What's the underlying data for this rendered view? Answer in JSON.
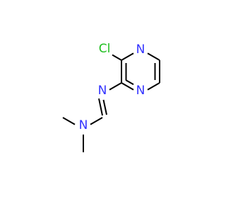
{
  "molecule": {
    "atoms": {
      "chlorine": "Cl",
      "ring_n_top": "N",
      "ring_n_bottom": "N",
      "imine_n": "N",
      "amine_n": "N"
    },
    "colors": {
      "bond": "#000000",
      "nitrogen": "#3333ff",
      "chlorine": "#1fbf1f"
    }
  }
}
